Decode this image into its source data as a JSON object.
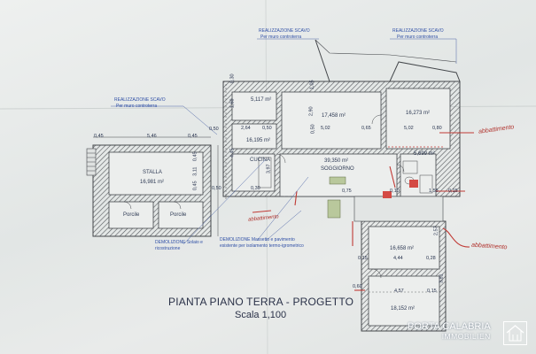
{
  "title": "PIANTA PIANO TERRA - PROGETTO",
  "scale": "Scala 1,100",
  "annotations": {
    "scavo_left": {
      "title": "REALIZZAZIONE SCAVO",
      "sub": "Per muro controterra"
    },
    "scavo_mid": {
      "title": "REALIZZAZIONE SCAVO",
      "sub": "Per muro controterra"
    },
    "scavo_right": {
      "title": "REALIZZAZIONE SCAVO",
      "sub": "Per muro controterra"
    },
    "demolizione_1": {
      "line1": "DEMOLIZIONE Solaio e",
      "line2": "ricostruzione"
    },
    "demolizione_2": {
      "line1": "DEMOLIZIONE Massetto e pavimento",
      "line2": "esistente per isolamento termo-igrometrico"
    }
  },
  "rooms": {
    "stalla": {
      "name": "STALLA",
      "area": "16,981 m²"
    },
    "porcile_1": "Porcile",
    "porcile_2": "Porcile",
    "room_a": "5,117 m²",
    "room_b": "16,195 m²",
    "room_c": "17,458 m²",
    "room_d": "16,273 m²",
    "cucina": "CUCINA",
    "soggiorno": {
      "name": "SOGGIORNO",
      "area": "39,350 m²"
    },
    "bath": "5,699 m²",
    "room_e": "16,658 m²",
    "room_f": "18,152 m²"
  },
  "dimensions": {
    "top_left": [
      "0,45",
      "5,46",
      "0,45"
    ],
    "side_stalla": [
      "0,45",
      "3,11",
      "0,45"
    ],
    "left_b": "0,50",
    "cols_b": [
      "2,64",
      "0,50"
    ],
    "v1": "1,60",
    "v2": "4,45",
    "v3": "0,30",
    "v4": "0,50",
    "v5": "0,30",
    "v6": "3,97",
    "v7": "1,05",
    "v8": "2,90",
    "v9": "0,50",
    "c1": [
      "5,02",
      "0,65"
    ],
    "c2": [
      "5,02",
      "0,80"
    ],
    "s1": [
      "0,75",
      "0,10",
      "1,55",
      "0,15"
    ],
    "low1": [
      "0,15",
      "4,44",
      "0,28"
    ],
    "low2": [
      "4,57",
      "0,15"
    ],
    "v_low": [
      "2,57",
      "3,81"
    ],
    "bottom_left": "0,60"
  },
  "handwritten": {
    "abbattimento_1": "abbattimento",
    "abbattimento_2": "abbattimento",
    "abbattimento_3": "abbattimento"
  },
  "watermark": {
    "name": "PORTA CALABRIA",
    "sub": "IMMOBILIEN"
  },
  "colors": {
    "walls": "#4a4d52",
    "hatch": "#6a6d70",
    "annotation": "#2f4fa6",
    "handwritten": "#b0302b",
    "paper": "#e6e9e8"
  }
}
